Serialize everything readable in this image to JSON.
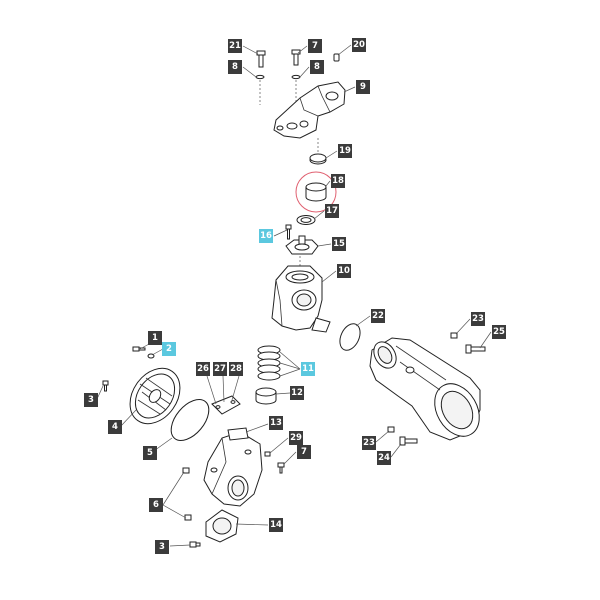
{
  "diagram": {
    "highlight_color": "#5bc8df",
    "label_color": "#3b3b3b",
    "highlight_ring_color": "#e06070",
    "callouts": {
      "c21": "21",
      "c7a": "7",
      "c20": "20",
      "c8a": "8",
      "c8b": "8",
      "c9": "9",
      "c19": "19",
      "c18": "18",
      "c17": "17",
      "c16": "16",
      "c15": "15",
      "c10": "10",
      "c22": "22",
      "c23a": "23",
      "c25": "25",
      "c1": "1",
      "c2": "2",
      "c3a": "3",
      "c4": "4",
      "c26": "26",
      "c27": "27",
      "c28": "28",
      "c11": "11",
      "c12": "12",
      "c13": "13",
      "c5": "5",
      "c29": "29",
      "c7b": "7",
      "c23b": "23",
      "c24": "24",
      "c6": "6",
      "c14": "14",
      "c3b": "3"
    }
  }
}
